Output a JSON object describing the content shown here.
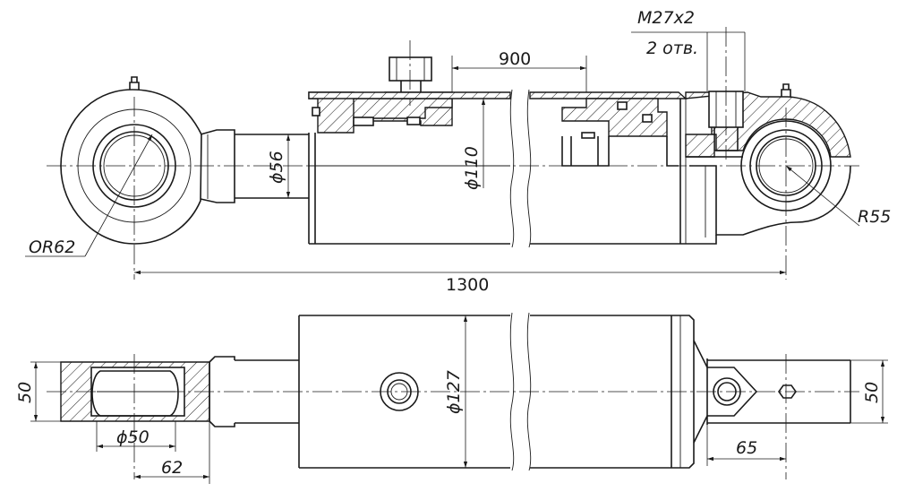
{
  "drawing": {
    "dims": {
      "thread": "M27x2",
      "thread_qty": "2 отв.",
      "stroke": "900",
      "rod_dia": "ϕ56",
      "bore_dia": "ϕ110",
      "eye_radius_rod": "ОR62",
      "eye_radius_base": "R55",
      "length": "1300",
      "eye_width_rod": "50",
      "pin_dia": "ϕ50",
      "eye_offset": "62",
      "body_dia": "ϕ127",
      "base_eye_offset": "65",
      "eye_width_base": "50"
    }
  }
}
